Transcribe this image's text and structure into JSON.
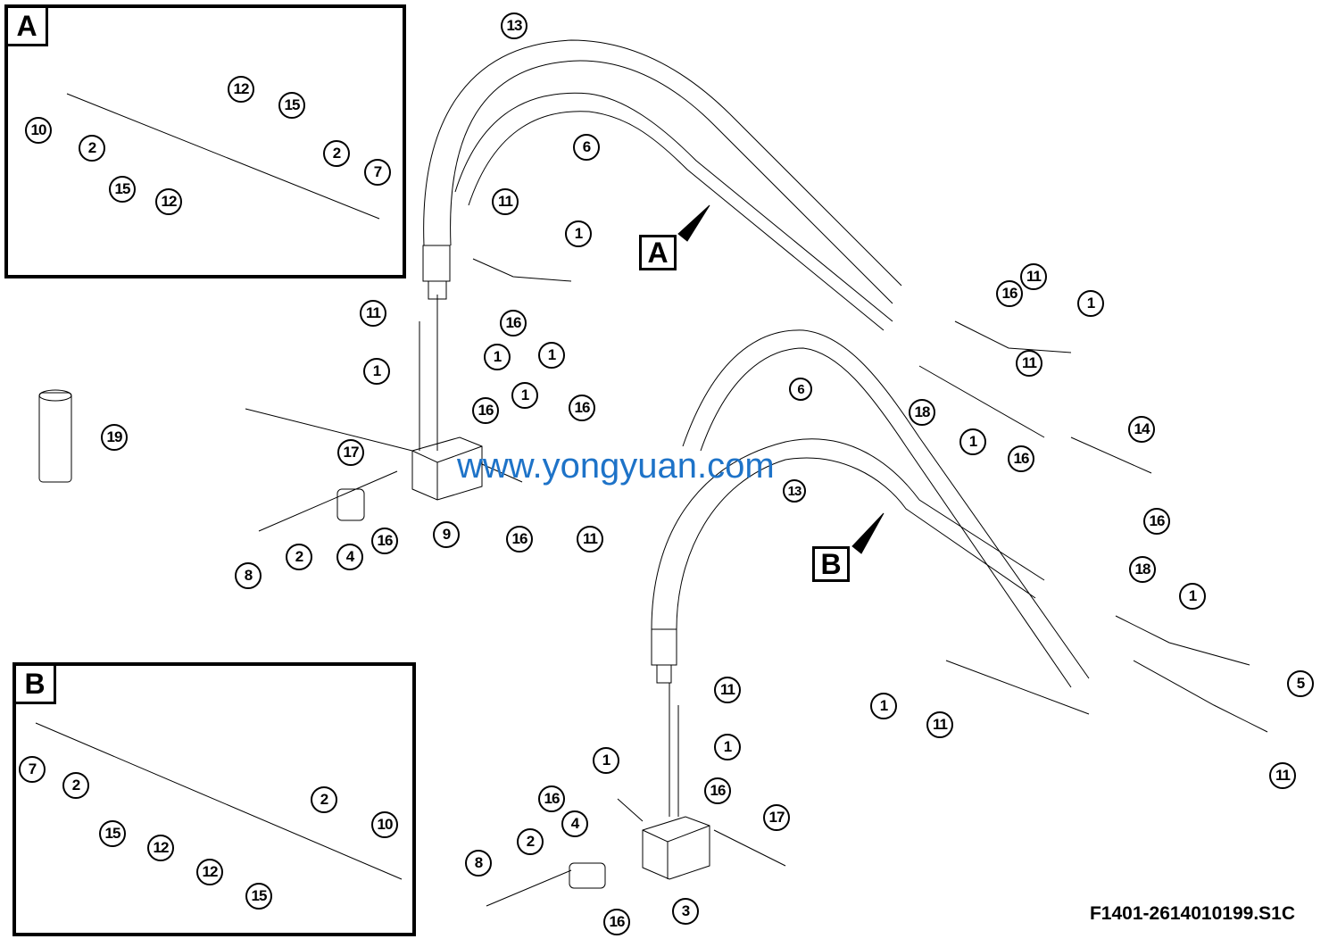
{
  "figure_id": "F1401-2614010199.S1C",
  "watermark": "www.yongyuan.com",
  "insets": [
    {
      "tag": "A",
      "callouts": [
        "10",
        "2",
        "15",
        "12",
        "12",
        "15",
        "2",
        "7"
      ]
    },
    {
      "tag": "B",
      "callouts": [
        "7",
        "2",
        "15",
        "12",
        "12",
        "15",
        "2",
        "10"
      ]
    }
  ],
  "reference_tags": {
    "a": "A",
    "b": "B"
  },
  "callouts": {
    "c13_top": "13",
    "c6_top": "6",
    "c11_a": "11",
    "c1_a": "1",
    "c16_a": "16",
    "c1_b": "1",
    "c11_left": "11",
    "c1_left1": "1",
    "c1_left2": "1",
    "c16_left": "16",
    "c17_left": "17",
    "c1_mid": "1",
    "c16_mid": "16",
    "c19": "19",
    "c8_left": "8",
    "c2_left": "2",
    "c4_left": "4",
    "c16_left2": "16",
    "c9": "9",
    "c16_left3": "16",
    "c11_left2": "11",
    "c16_r1": "16",
    "c11_r1": "11",
    "c1_r1": "1",
    "c11_r2": "11",
    "c18_r": "18",
    "c1_r2": "1",
    "c16_r2": "16",
    "c14": "14",
    "c16_r3": "16",
    "c6_mid": "6",
    "c13_mid": "13",
    "c18_br": "18",
    "c1_br": "1",
    "c5": "5",
    "c11_br": "11",
    "c1_bl": "1",
    "c11_bl": "11",
    "c11_bot": "11",
    "c1_bot1": "1",
    "c1_bot2": "1",
    "c16_bot1": "16",
    "c16_bot2": "16",
    "c17_bot": "17",
    "c4_bot": "4",
    "c2_bot": "2",
    "c8_bot": "8",
    "c16_bot3": "16",
    "c3": "3"
  }
}
